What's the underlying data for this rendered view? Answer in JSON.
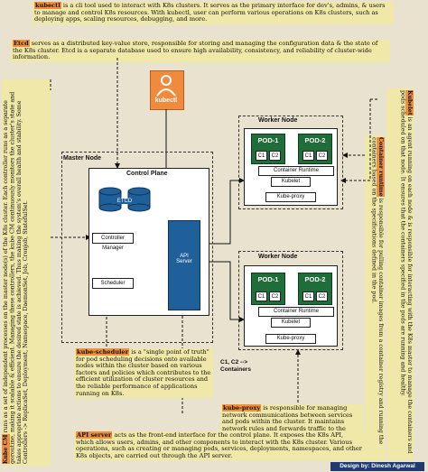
{
  "notes": {
    "kubectl": {
      "term": "kubectl",
      "text": " is a cli tool used to interact with K8s clusters. It serves as the primary interface for dev's, admins, & users to manage and control K8s resources. With kubectl, user can perform various operations on K8s clusters, such as deploying apps, scaling resources, debugging, and more."
    },
    "etcd": {
      "term": "Etcd",
      "text": " serves as a distributed key-value store, responsible for storing and managing the configuration data & the state of the K8s cluster. Etcd is a separate database used to ensure high availability, consistency, and reliability of cluster-wide information."
    },
    "kubelet": {
      "term": "Kubelet",
      "text": " is an agent running on each node & is responsible for interacting with the K8s master to manage the containers and pods scheduled on that node. It ensures that the containers specified in the pods are running and healthy."
    },
    "container_runtime": {
      "term": "Container runtime",
      "text": " is responsible for pulling container images from a container registry and running the containers based on the specifications defined in the pod."
    },
    "kube_cm": {
      "term": "Kube CM",
      "text": " runs as a set of independent processes on the master node(s) of the K8s cluster. Each controller runs as a separate goroutine, making it scalable & efficient. Managing these controllers, the kube CM continuously monitors the cluster's state and takes appropriate actions to ensure the desired state is achieved. Thus making the system's overall health and stability. Some Controllers -> ReplicaSet, Deployment, Namespace, DaemonSet, Job, Cronjob, StatefulSet."
    },
    "kube_scheduler": {
      "term": "kube-scheduler",
      "text": " is a \"single point of truth\" for pod scheduling decisions onto available nodes within the cluster based on various factors and policies which contributes to the efficient utilization of cluster resources and the reliable performance of applications running on K8s."
    },
    "kube_proxy": {
      "term": "kube-proxy",
      "text": " is responsible for managing network communications between services and pods within the cluster. It maintains network rules and forwards traffic to the appropriate destination."
    },
    "api_server": {
      "term": "API server",
      "text": " acts as the front-end interface for the control plane. It exposes the K8s API, which allows users, admins, and other components to interact with the K8s cluster. Various operations, such as creating or managing pods, services, deployments, namespaces, and other K8s objects, are carried out through the API server."
    }
  },
  "diagram": {
    "kubectl_label": "kubectl",
    "master_node": "Master Node",
    "control_plane": "Control Plane",
    "etcd": "ETCD",
    "controller_manager": "Controller Manager",
    "scheduler": "Scheduler",
    "api_server": "API\nServer",
    "worker_node_1": "Worker Node",
    "worker_node_2": "Worker Node",
    "pod1": "POD-1",
    "pod2": "POD-2",
    "c1": "C1",
    "c2": "C2",
    "container_runtime": "Container Runtime",
    "kubelet": "Kubelet",
    "kube_proxy": "Kube-proxy",
    "containers_legend": "C1, C2 -->\nContainers"
  },
  "credit": "Design by: Dinesh Agarwal",
  "colors": {
    "background": "#e9e2cf",
    "note": "#efe8a8",
    "highlight": "#f0903a",
    "api": "#1f5f9a",
    "pod": "#1f6e3a",
    "kubectl": "#f08a3c"
  }
}
